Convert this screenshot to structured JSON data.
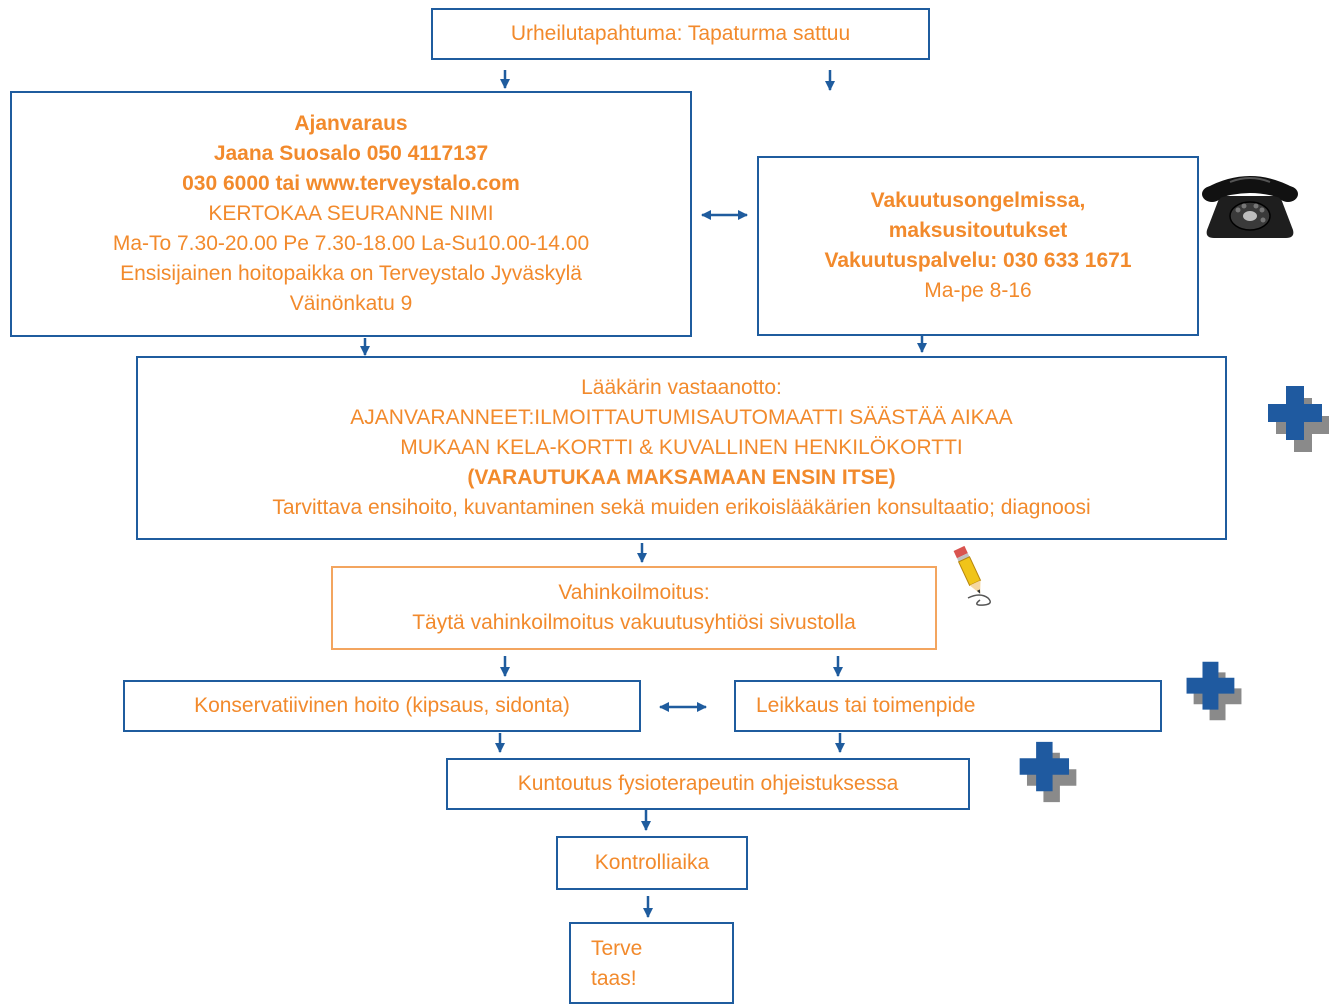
{
  "colors": {
    "text": "#f28a2c",
    "box_border_blue": "#1f5c9e",
    "box_border_orange": "#f3a55f",
    "arrow": "#1f5c9e",
    "cross_front": "#1f5aa0",
    "cross_back": "#8a8a8a"
  },
  "icons": [
    "telephone-icon",
    "pencil-icon",
    "medical-cross-icon"
  ],
  "nodes": {
    "start": {
      "text": "Urheilutapahtuma: Tapaturma sattuu"
    },
    "booking": {
      "title": "Ajanvaraus",
      "contact": "Jaana Suosalo 050 4117137",
      "phone_web": "030 6000 tai www.terveystalo.com",
      "instruction": "KERTOKAA SEURANNE NIMI",
      "hours": "Ma-To 7.30-20.00 Pe 7.30-18.00 La-Su10.00-14.00",
      "location_line1": "Ensisijainen hoitopaikka on Terveystalo Jyväskylä",
      "location_line2": "Väinönkatu 9"
    },
    "insurance": {
      "title_line1": "Vakuutusongelmissa,",
      "title_line2": "maksusitoutukset",
      "service": "Vakuutuspalvelu: 030 633 1671",
      "hours": "Ma-pe 8-16"
    },
    "doctor": {
      "line1": "Lääkärin vastaanotto:",
      "line2": "AJANVARANNEET:ILMOITTAUTUMISAUTOMAATTI SÄÄSTÄÄ AIKAA",
      "line3": "MUKAAN KELA-KORTTI & KUVALLINEN HENKILÖKORTTI",
      "line4": "(VARAUTUKAA MAKSAMAAN ENSIN ITSE)",
      "line5": "Tarvittava  ensihoito, kuvantaminen sekä muiden erikoislääkärien konsultaatio; diagnoosi"
    },
    "claim": {
      "line1": "Vahinkoilmoitus:",
      "line2": "Täytä vahinkoilmoitus vakuutusyhtiösi sivustolla"
    },
    "conservative": {
      "text": "Konservatiivinen hoito (kipsaus, sidonta)"
    },
    "surgery": {
      "text": "Leikkaus tai toimenpide"
    },
    "rehab": {
      "text": "Kuntoutus fysioterapeutin ohjeistuksessa"
    },
    "control": {
      "text": "Kontrolliaika"
    },
    "end": {
      "line1": "Terve",
      "line2": "taas!"
    }
  }
}
